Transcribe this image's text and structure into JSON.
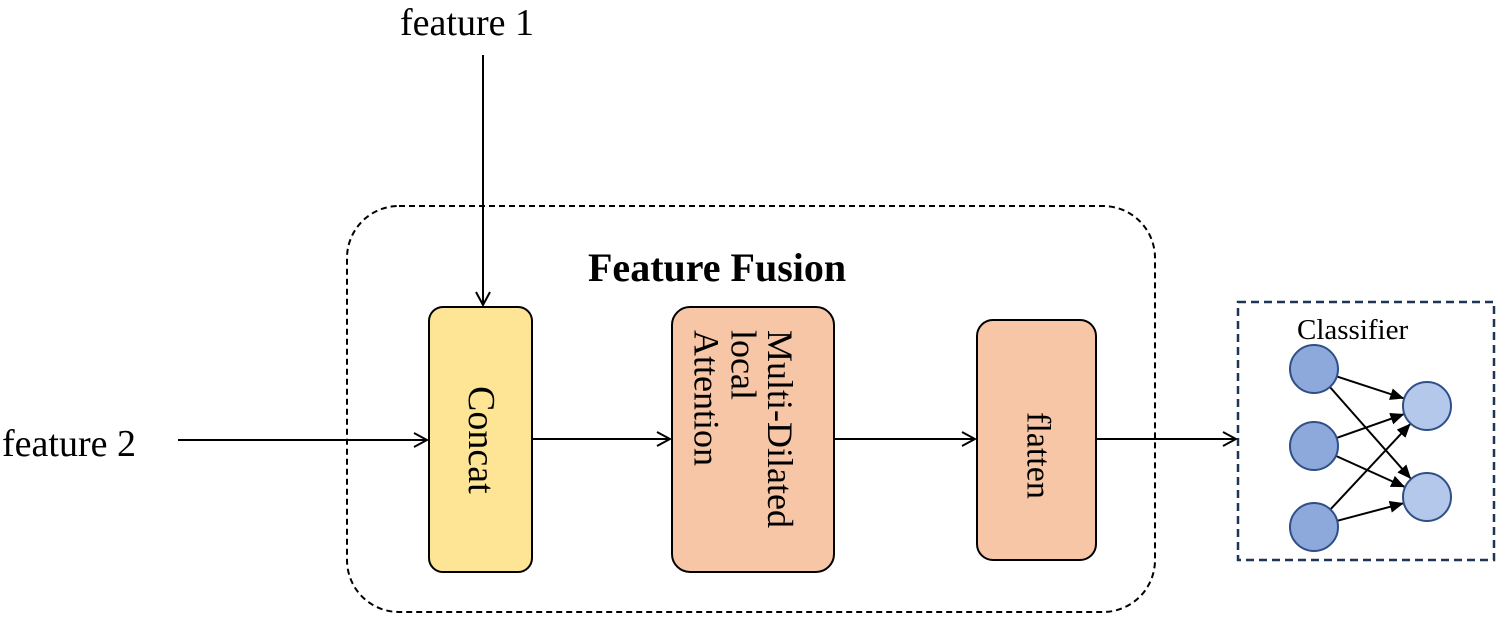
{
  "inputs": {
    "feature1": "feature 1",
    "feature2": "feature 2"
  },
  "fusion": {
    "title": "Feature Fusion",
    "concat": "Concat",
    "attention_lines": [
      "Multi-Dilated",
      "local",
      "Attention"
    ],
    "flatten": "flatten"
  },
  "classifier": {
    "title": "Classifier",
    "input_nodes": 3,
    "output_nodes": 2
  },
  "colors": {
    "concat_fill": "#fde595",
    "block_fill": "#f6c6a6",
    "node_input_fill": "#8da9dc",
    "node_output_fill": "#b3c8ea",
    "node_stroke": "#2f4f86",
    "classifier_border": "#1f3558",
    "line": "#000000"
  }
}
